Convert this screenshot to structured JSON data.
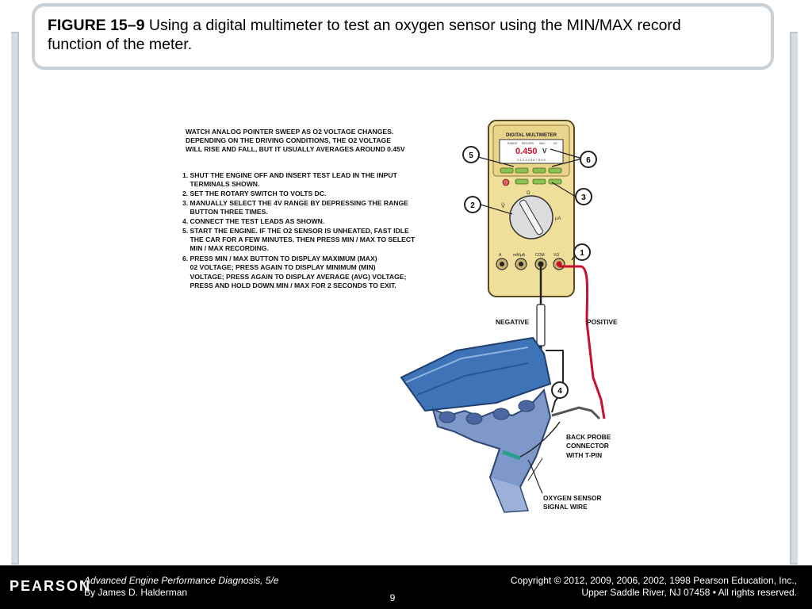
{
  "title": {
    "figure_label": "FIGURE 15–9",
    "caption": "Using a digital multimeter to test an oxygen sensor using the MIN/MAX record function of the meter."
  },
  "figure": {
    "intro_lines": [
      "WATCH ANALOG POINTER SWEEP AS O2 VOLTAGE CHANGES.",
      "DEPENDING ON THE DRIVING CONDITIONS, THE O2 VOLTAGE",
      "WILL RISE AND FALL, BUT IT USUALLY AVERAGES AROUND 0.45V"
    ],
    "steps": [
      "1. SHUT THE ENGINE OFF AND INSERT TEST LEAD IN THE INPUT",
      "    TERMINALS SHOWN.",
      "2. SET THE ROTARY SWITCH TO VOLTS DC.",
      "3. MANUALLY SELECT THE 4V RANGE BY DEPRESSING THE RANGE",
      "    BUTTON THREE TIMES.",
      "4. CONNECT THE TEST LEADS AS SHOWN.",
      "5. START THE ENGINE. IF THE O2 SENSOR IS UNHEATED, FAST IDLE",
      "    THE CAR FOR A FEW MINUTES. THEN PRESS MIN / MAX TO SELECT",
      "    MIN / MAX RECORDING.",
      "6. PRESS MIN / MAX BUTTON TO DISPLAY MAXIMUM (MAX)",
      "    02 VOLTAGE; PRESS AGAIN TO DISPLAY MINIMUM (MIN)",
      "    VOLTAGE; PRESS AGAIN TO DISPLAY AVERAGE (AVG) VOLTAGE;",
      "    PRESS AND HOLD DOWN MIN / MAX FOR 2 SECONDS TO EXIT."
    ],
    "meter": {
      "brand": "DIGITAL MULTIMETER",
      "reading": "0.450",
      "unit": "V",
      "display_labels": [
        "RANGE",
        "RECORD",
        "MAX",
        "DC"
      ],
      "scale": "0 1 2 3 4 5 6 7 8 9 0",
      "jacks": [
        "A",
        "mA/μA",
        "COM",
        "VΩ"
      ],
      "dial_left": "Ṽ",
      "dial_right": "μA",
      "dial_top": "Ω"
    },
    "callouts": [
      "1",
      "2",
      "3",
      "4",
      "5",
      "6"
    ],
    "labels": {
      "negative": "NEGATIVE",
      "positive": "POSITIVE",
      "back_probe": [
        "BACK PROBE",
        "CONNECTOR",
        "WITH T-PIN"
      ],
      "oxygen_sensor": [
        "OXYGEN SENSOR",
        "SIGNAL WIRE"
      ]
    }
  },
  "footer": {
    "logo": "PEARSON",
    "book_title": "Advanced Engine Performance Diagnosis, 5/e",
    "author": "By James D. Halderman",
    "page": "9",
    "copyright_line1": "Copyright © 2012, 2009, 2006, 2002, 1998 Pearson Education, Inc.,",
    "copyright_line2": "Upper Saddle River, NJ 07458 • All rights reserved."
  },
  "colors": {
    "meter_body": "#f0df9a",
    "meter_outline": "#5a4a20",
    "positive_lead": "#c8102e",
    "engine_blue": "#3f73b8",
    "manifold_blue": "#7d98c9",
    "footer_bg": "#000000"
  }
}
